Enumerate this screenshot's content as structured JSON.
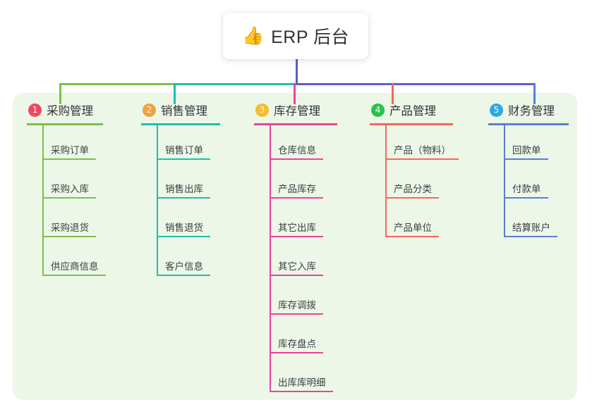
{
  "root": {
    "icon": "thumbs-up-emoji",
    "emoji": "👍",
    "title": "ERP 后台"
  },
  "palette": {
    "panel_bg": "#EDF7E7",
    "card_bg": "#FFFFFF",
    "root_connector": "#5B5FC7",
    "text_dark": "#303438",
    "text_leaf": "#3A3F44"
  },
  "columns": [
    {
      "number": "1",
      "title": "采购管理",
      "badge_color": "#F2485F",
      "line_color": "#7DBF4A",
      "items": [
        "采购订单",
        "采购入库",
        "采购退货",
        "供应商信息"
      ]
    },
    {
      "number": "2",
      "title": "销售管理",
      "badge_color": "#F5A03C",
      "line_color": "#20BFA9",
      "items": [
        "销售订单",
        "销售出库",
        "销售退货",
        "客户信息"
      ]
    },
    {
      "number": "3",
      "title": "库存管理",
      "badge_color": "#F5BD29",
      "line_color": "#E8459B",
      "items": [
        "仓库信息",
        "产品库存",
        "其它出库",
        "其它入库",
        "库存调拨",
        "库存盘点",
        "出库库明细"
      ]
    },
    {
      "number": "4",
      "title": "产品管理",
      "badge_color": "#27C24C",
      "line_color": "#F4685B",
      "items": [
        "产品（物料）",
        "产品分类",
        "产品单位"
      ]
    },
    {
      "number": "5",
      "title": "财务管理",
      "badge_color": "#29ABE2",
      "line_color": "#5B7FD4",
      "items": [
        "回款单",
        "付款单",
        "结算账户"
      ]
    }
  ]
}
